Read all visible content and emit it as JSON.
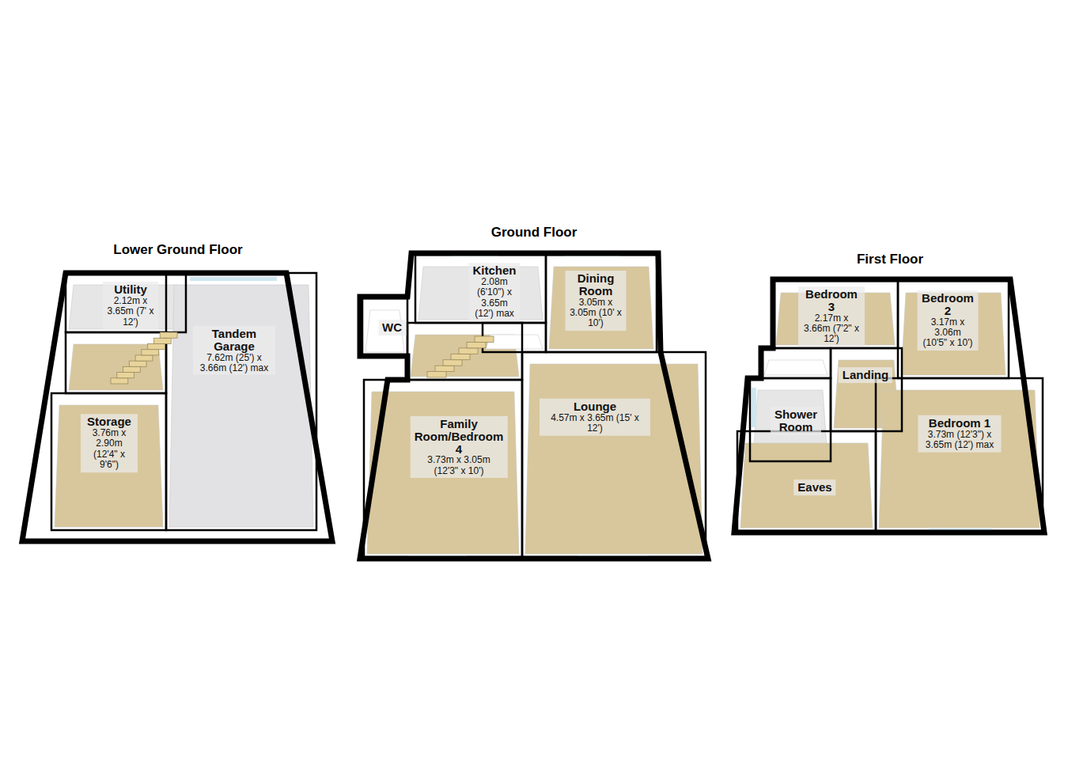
{
  "diagram": {
    "nodes": [
      {
        "text": [
          "Lower Ground Floor"
        ]
      },
      {
        "text": [
          "Utility",
          "2.12m x 3.65m (7' x 12')"
        ],
        "in": 0
      },
      {
        "text": [
          "Tandem Garage",
          "7.62m (25') x 3.66m (12') max"
        ],
        "in": 0
      },
      {
        "text": [
          "Storage",
          "3.76m x 2.90m (12'4\" x 9'6\")"
        ],
        "in": 0
      },
      {
        "text": [
          "Ground Floor"
        ]
      },
      {
        "text": [
          "WC"
        ],
        "in": 4
      },
      {
        "text": [
          "Kitchen",
          "2.08m (6'10\") x 3.65m (12') max"
        ],
        "in": 4
      },
      {
        "text": [
          "Dining Room",
          "3.05m x 3.05m (10' x 10')"
        ],
        "in": 4
      },
      {
        "text": [
          "Family Room/Bedroom 4",
          "3.73m x 3.05m (12'3\" x 10')"
        ],
        "in": 4
      },
      {
        "text": [
          "Lounge",
          "4.57m x 3.65m (15' x 12')"
        ],
        "in": 4
      },
      {
        "text": [
          "First Floor"
        ]
      },
      {
        "text": [
          "Bedroom 3",
          "2.17m x 3.66m (7'2\" x 12')"
        ],
        "in": 10
      },
      {
        "text": [
          "Bedroom 2",
          "3.17m x 3.06m (10'5\" x 10')"
        ],
        "in": 10
      },
      {
        "text": [
          "Landing"
        ],
        "in": 10
      },
      {
        "text": [
          "Shower Room"
        ],
        "in": 10
      },
      {
        "text": [
          "Eaves"
        ],
        "in": 10
      },
      {
        "text": [
          "Bedroom 1",
          "3.73m (12'3\") x 3.65m (12') max"
        ],
        "in": 10
      }
    ]
  }
}
